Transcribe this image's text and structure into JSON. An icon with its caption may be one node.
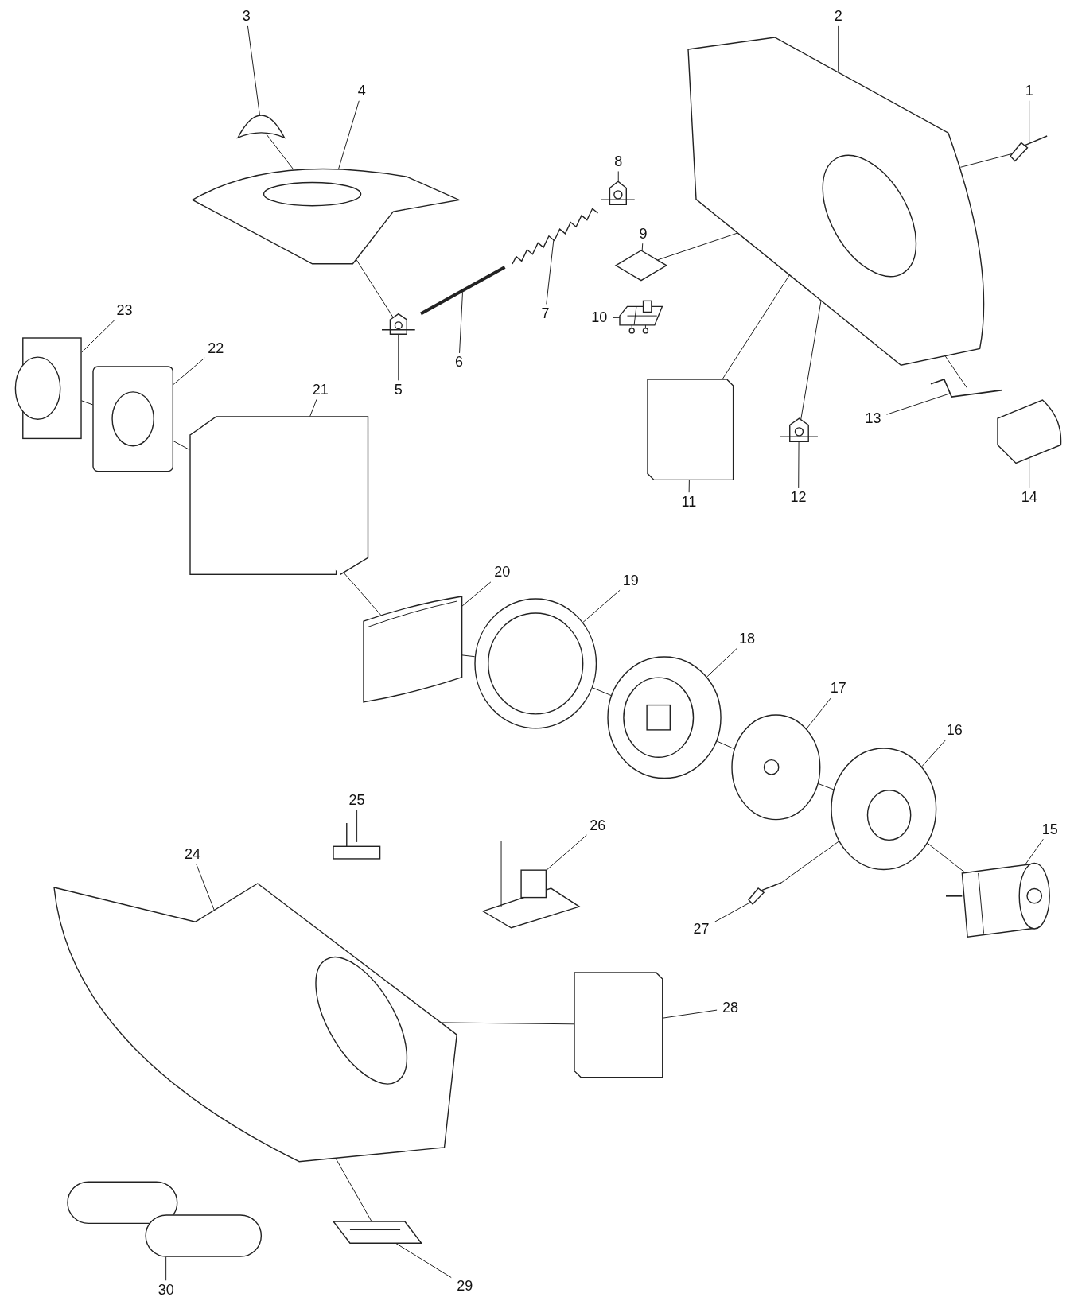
{
  "diagram": {
    "nodes": [
      {
        "text": [
          "1"
        ]
      },
      {
        "text": [
          "2"
        ]
      },
      {
        "text": [
          "3"
        ]
      },
      {
        "text": [
          "4"
        ]
      },
      {
        "text": [
          "5"
        ]
      },
      {
        "text": [
          "6"
        ]
      },
      {
        "text": [
          "7"
        ]
      },
      {
        "text": [
          "8"
        ]
      },
      {
        "text": [
          "9"
        ]
      },
      {
        "text": [
          "10"
        ]
      },
      {
        "text": [
          "11"
        ]
      },
      {
        "text": [
          "12"
        ]
      },
      {
        "text": [
          "13"
        ]
      },
      {
        "text": [
          "14"
        ]
      },
      {
        "text": [
          "15"
        ]
      },
      {
        "text": [
          "16"
        ]
      },
      {
        "text": [
          "17"
        ]
      },
      {
        "text": [
          "18"
        ]
      },
      {
        "text": [
          "19"
        ]
      },
      {
        "text": [
          "20"
        ]
      },
      {
        "text": [
          "21"
        ]
      },
      {
        "text": [
          "22"
        ]
      },
      {
        "text": [
          "23"
        ]
      },
      {
        "text": [
          "24"
        ]
      },
      {
        "text": [
          "25"
        ]
      },
      {
        "text": [
          "26"
        ]
      },
      {
        "text": [
          "27"
        ]
      },
      {
        "text": [
          "28"
        ]
      },
      {
        "text": [
          "29"
        ]
      },
      {
        "text": [
          "30"
        ]
      },
      {
        "text": [],
        "shape": "picture"
      },
      {
        "text": [],
        "shape": "picture"
      },
      {
        "text": [],
        "shape": "picture"
      },
      {
        "text": [],
        "shape": "picture"
      },
      {
        "text": [],
        "shape": "picture"
      },
      {
        "text": [],
        "shape": "picture"
      },
      {
        "text": [],
        "shape": "picture"
      },
      {
        "text": [],
        "shape": "picture"
      },
      {
        "text": [],
        "shape": "picture"
      },
      {
        "text": [],
        "shape": "picture"
      },
      {
        "text": [],
        "shape": "picture"
      },
      {
        "text": [],
        "shape": "picture"
      },
      {
        "text": [],
        "shape": "picture"
      },
      {
        "text": [],
        "shape": "picture"
      },
      {
        "text": [],
        "shape": "picture"
      },
      {
        "text": [],
        "shape": "picture"
      },
      {
        "text": [],
        "shape": "picture"
      },
      {
        "text": [],
        "shape": "picture"
      },
      {
        "text": [],
        "shape": "picture"
      },
      {
        "text": [],
        "shape": "picture"
      },
      {
        "text": [],
        "shape": "picture"
      },
      {
        "text": [],
        "shape": "picture"
      },
      {
        "text": [],
        "shape": "picture"
      },
      {
        "text": [],
        "shape": "picture"
      },
      {
        "text": [],
        "shape": "picture"
      },
      {
        "text": [],
        "shape": "picture"
      },
      {
        "text": [],
        "shape": "picture"
      },
      {
        "text": [],
        "shape": "picture"
      },
      {
        "text": [],
        "shape": "picture"
      },
      {
        "text": [],
        "shape": "picture"
      }
    ],
    "edges": [
      {
        "from": 0,
        "to": 30,
        "arrow": "none"
      },
      {
        "from": 1,
        "to": 31,
        "arrow": "none"
      },
      {
        "from": 2,
        "to": 32,
        "arrow": "none"
      },
      {
        "from": 3,
        "to": 33,
        "arrow": "none"
      },
      {
        "from": 4,
        "to": 34,
        "arrow": "none"
      },
      {
        "from": 5,
        "to": 35,
        "arrow": "none"
      },
      {
        "from": 6,
        "to": 36,
        "arrow": "none"
      },
      {
        "from": 7,
        "to": 37,
        "arrow": "none"
      },
      {
        "from": 8,
        "to": 38,
        "arrow": "none"
      },
      {
        "from": 9,
        "to": 39,
        "arrow": "none"
      },
      {
        "from": 10,
        "to": 40,
        "arrow": "none"
      },
      {
        "from": 11,
        "to": 41,
        "arrow": "none"
      },
      {
        "from": 12,
        "to": 42,
        "arrow": "none"
      },
      {
        "from": 13,
        "to": 43,
        "arrow": "none"
      },
      {
        "from": 14,
        "to": 44,
        "arrow": "none"
      },
      {
        "from": 15,
        "to": 45,
        "arrow": "none"
      },
      {
        "from": 16,
        "to": 46,
        "arrow": "none"
      },
      {
        "from": 17,
        "to": 47,
        "arrow": "none"
      },
      {
        "from": 18,
        "to": 48,
        "arrow": "none"
      },
      {
        "from": 19,
        "to": 49,
        "arrow": "none"
      },
      {
        "from": 20,
        "to": 50,
        "arrow": "none"
      },
      {
        "from": 21,
        "to": 51,
        "arrow": "none"
      },
      {
        "from": 22,
        "to": 52,
        "arrow": "none"
      },
      {
        "from": 23,
        "to": 53,
        "arrow": "none"
      },
      {
        "from": 24,
        "to": 54,
        "arrow": "none"
      },
      {
        "from": 25,
        "to": 55,
        "arrow": "none"
      },
      {
        "from": 26,
        "to": 56,
        "arrow": "none"
      },
      {
        "from": 27,
        "to": 57,
        "arrow": "none"
      },
      {
        "from": 28,
        "to": 58,
        "arrow": "none"
      },
      {
        "from": 29,
        "to": 59,
        "arrow": "none"
      },
      {
        "from": 33,
        "to": 34,
        "arrow": "none"
      },
      {
        "from": 32,
        "to": 33,
        "arrow": "none"
      },
      {
        "from": 31,
        "to": 30,
        "arrow": "none"
      },
      {
        "from": 31,
        "to": 38,
        "arrow": "none"
      },
      {
        "from": 31,
        "to": 40,
        "arrow": "none"
      },
      {
        "from": 31,
        "to": 41,
        "arrow": "none"
      },
      {
        "from": 31,
        "to": 42,
        "arrow": "none"
      },
      {
        "from": 52,
        "to": 51,
        "arrow": "none"
      },
      {
        "from": 51,
        "to": 50,
        "arrow": "none"
      },
      {
        "from": 50,
        "to": 49,
        "arrow": "none"
      },
      {
        "from": 49,
        "to": 48,
        "arrow": "none"
      },
      {
        "from": 48,
        "to": 47,
        "arrow": "none"
      },
      {
        "from": 47,
        "to": 46,
        "arrow": "none"
      },
      {
        "from": 46,
        "to": 45,
        "arrow": "none"
      },
      {
        "from": 45,
        "to": 44,
        "arrow": "none"
      },
      {
        "from": 56,
        "to": 45,
        "arrow": "none"
      },
      {
        "from": 53,
        "to": 57,
        "arrow": "none"
      },
      {
        "from": 53,
        "to": 58,
        "arrow": "none"
      }
    ]
  }
}
